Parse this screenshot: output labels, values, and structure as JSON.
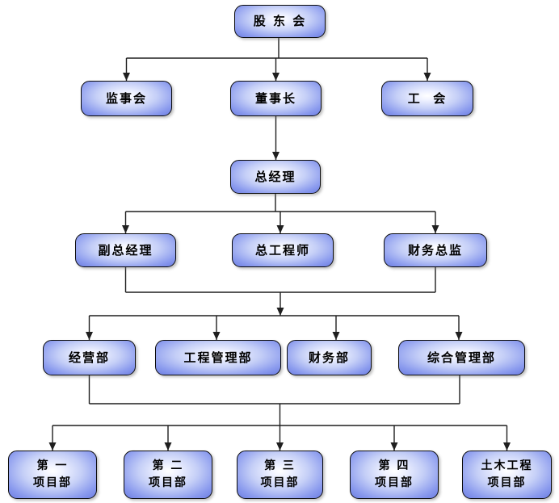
{
  "diagram_type": "organization-chart",
  "nodes": {
    "shareholders": "股 东 会",
    "supervisory_board": "监事会",
    "chairman": "董事长",
    "labor_union": "工  会",
    "general_manager": "总经理",
    "deputy_general_manager": "副总经理",
    "chief_engineer": "总工程师",
    "finance_director": "财务总监",
    "operations_dept": "经营部",
    "engineering_mgmt_dept": "工程管理部",
    "finance_dept": "财务部",
    "general_mgmt_dept": "综合管理部",
    "project_dept_1": "第 一\n项目部",
    "project_dept_2": "第 二\n项目部",
    "project_dept_3": "第 三\n项目部",
    "project_dept_4": "第 四\n项目部",
    "civil_engineering_project_dept": "土木工程\n项目部"
  },
  "colors": {
    "box_fill_center": "#f2f4ff",
    "box_fill_edge": "#6577e0",
    "box_border": "#0a0a0a",
    "line_color": "#1f1f1f",
    "background": "#ffffff"
  }
}
